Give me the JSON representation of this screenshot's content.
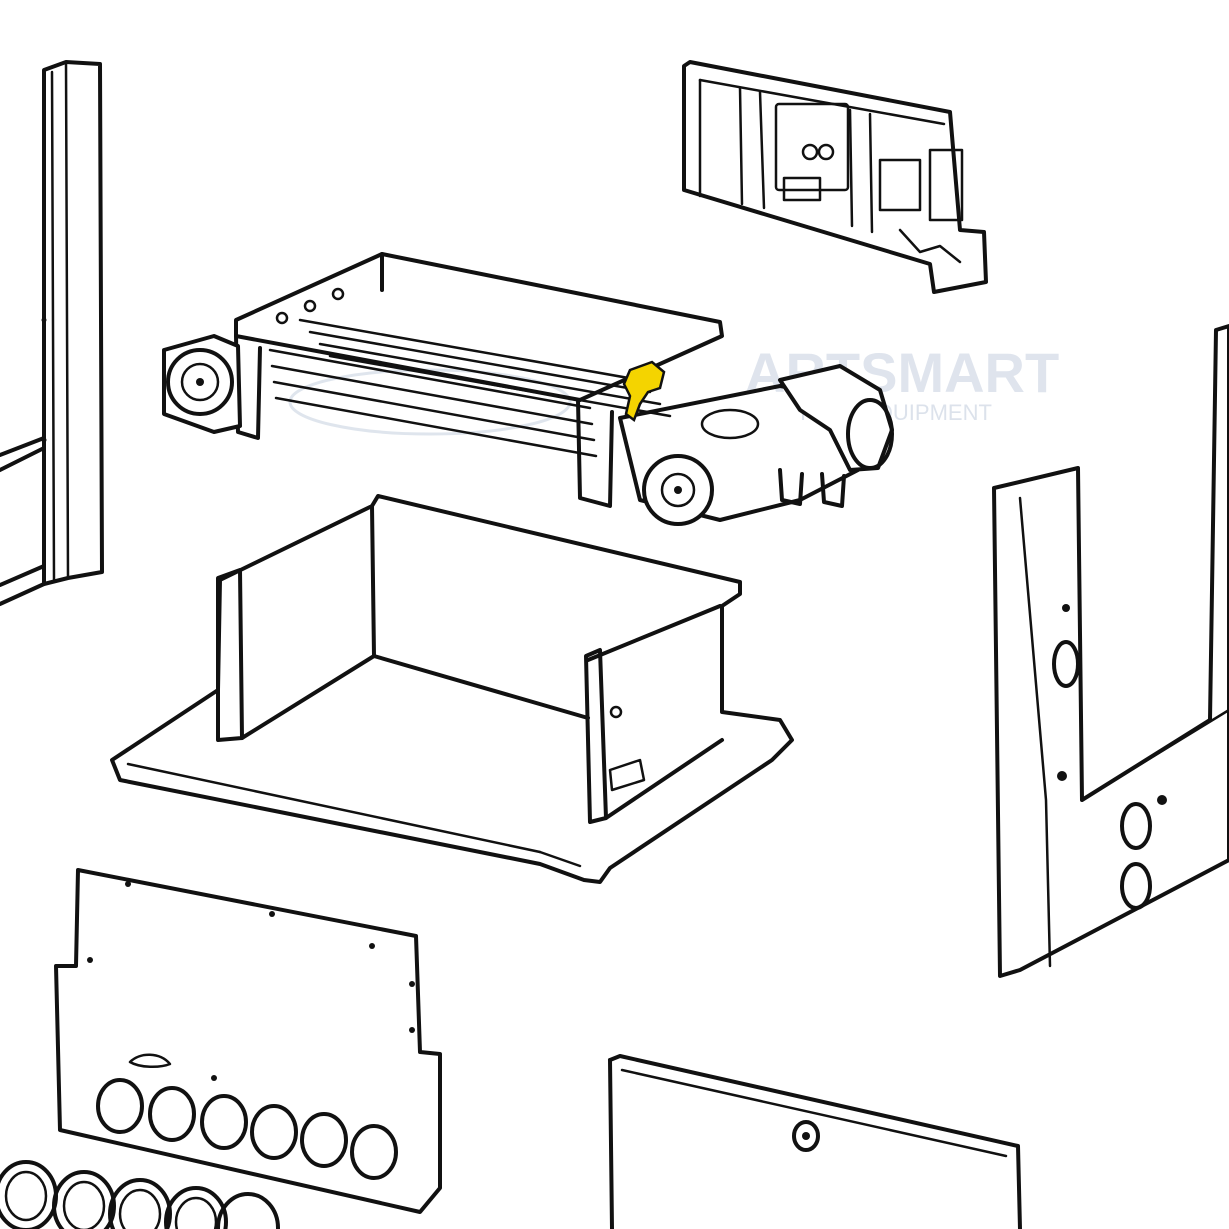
{
  "watermark": {
    "text": "ARTSMART",
    "subtext": "ITS & EQUIPMENT",
    "color": "#c5cfdf"
  },
  "highlight": {
    "part": "highlighted-bracket",
    "color": "#f4d400"
  },
  "colors": {
    "line": "#111111",
    "background": "#ffffff"
  }
}
